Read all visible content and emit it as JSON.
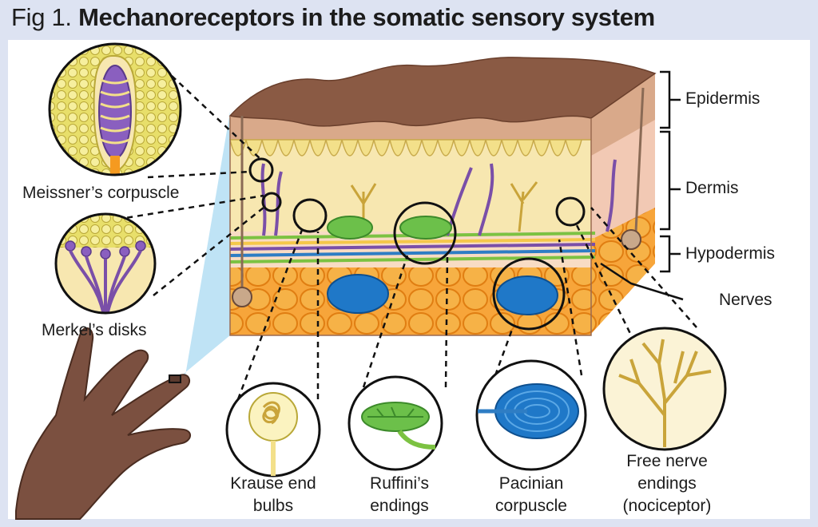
{
  "figure": {
    "prefix": "Fig 1.",
    "title": "Mechanoreceptors in the somatic sensory system"
  },
  "layers": {
    "epidermis": "Epidermis",
    "dermis": "Dermis",
    "hypodermis": "Hypodermis",
    "nerves": "Nerves"
  },
  "receptors": {
    "meissner": "Meissner’s corpuscle",
    "merkel": "Merkel’s disks",
    "krause_line1": "Krause end",
    "krause_line2": "bulbs",
    "ruffini_line1": "Ruffini’s",
    "ruffini_line2": "endings",
    "pacinian_line1": "Pacinian",
    "pacinian_line2": "corpuscle",
    "free_line1": "Free nerve",
    "free_line2": "endings",
    "free_line3": "(nociceptor)"
  },
  "colors": {
    "background": "#dde3f2",
    "epidermis_top": "#8a5a44",
    "epidermis": "#d9a98a",
    "dermis": "#f7e7b0",
    "papillae": "#f3e08a",
    "hypodermis": "#f7a53a",
    "fat": "#f08a1c",
    "nerve_purple": "#7a4fa8",
    "nerve_blue": "#2e7dc4",
    "nerve_green": "#7cc242",
    "ruffini": "#6cc04a",
    "pacinian": "#1f78c8",
    "skin_hand": "#7b5040",
    "highlight": "#bfe3f5"
  }
}
